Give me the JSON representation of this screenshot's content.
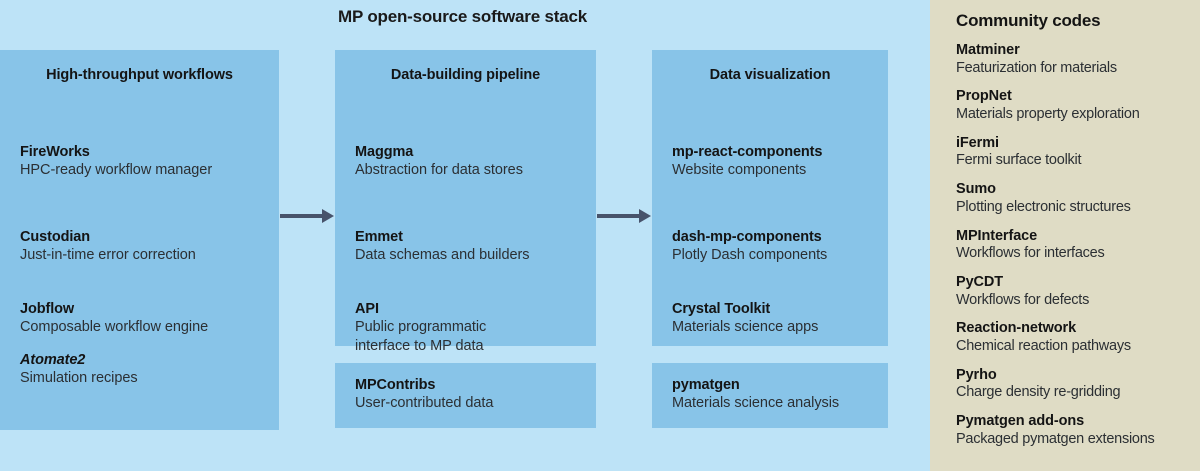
{
  "figure": {
    "title": "MP open-source software stack",
    "background_color": "#bde3f7",
    "panel_color": "#88c4e8",
    "arrow_color": "#47536b",
    "sidebar_color": "#dfdcc5"
  },
  "columns": [
    {
      "heading": "High-throughput workflows",
      "entries": [
        {
          "name": "FireWorks",
          "desc": "HPC-ready workflow manager",
          "style": "bold"
        },
        {
          "name": "Custodian",
          "desc": "Just-in-time error correction",
          "style": "bold"
        },
        {
          "name": "Jobflow",
          "desc": "Composable workflow engine",
          "style": "bold"
        },
        {
          "name": "Atomate2",
          "desc": "Simulation recipes",
          "style": "bold-italic"
        }
      ]
    },
    {
      "heading": "Data-building pipeline",
      "entries": [
        {
          "name": "Maggma",
          "desc": "Abstraction for data stores",
          "style": "bold"
        },
        {
          "name": "Emmet",
          "desc": "Data schemas and builders",
          "style": "bold"
        },
        {
          "name": "API",
          "desc": "Public programmatic\ninterface to MP data",
          "style": "bold"
        }
      ],
      "detached": [
        {
          "name": "MPContribs",
          "desc": "User-contributed data",
          "style": "bold"
        }
      ]
    },
    {
      "heading": "Data visualization",
      "entries": [
        {
          "name": "mp-react-components",
          "desc": "Website components",
          "style": "bold"
        },
        {
          "name": "dash-mp-components",
          "desc": "Plotly Dash components",
          "style": "bold"
        },
        {
          "name": "Crystal Toolkit",
          "desc": "Materials science apps",
          "style": "bold"
        }
      ],
      "detached": [
        {
          "name": "pymatgen",
          "desc": "Materials science analysis",
          "style": "bold"
        }
      ]
    }
  ],
  "arrows": [
    {
      "label": "arrow-workflows-to-pipeline"
    },
    {
      "label": "arrow-pipeline-to-visualization"
    }
  ],
  "sidebar": {
    "title": "Community codes",
    "items": [
      {
        "name": "Matminer",
        "desc": "Featurization for materials"
      },
      {
        "name": "PropNet",
        "desc": "Materials property exploration"
      },
      {
        "name": "iFermi",
        "desc": "Fermi surface toolkit"
      },
      {
        "name": "Sumo",
        "desc": "Plotting electronic structures"
      },
      {
        "name": "MPInterface",
        "desc": "Workflows for interfaces"
      },
      {
        "name": "PyCDT",
        "desc": "Workflows for defects"
      },
      {
        "name": "Reaction-network",
        "desc": "Chemical reaction pathways"
      },
      {
        "name": "Pyrho",
        "desc": "Charge density re-gridding"
      },
      {
        "name": "Pymatgen add-ons",
        "desc": "Packaged pymatgen extensions"
      }
    ]
  }
}
